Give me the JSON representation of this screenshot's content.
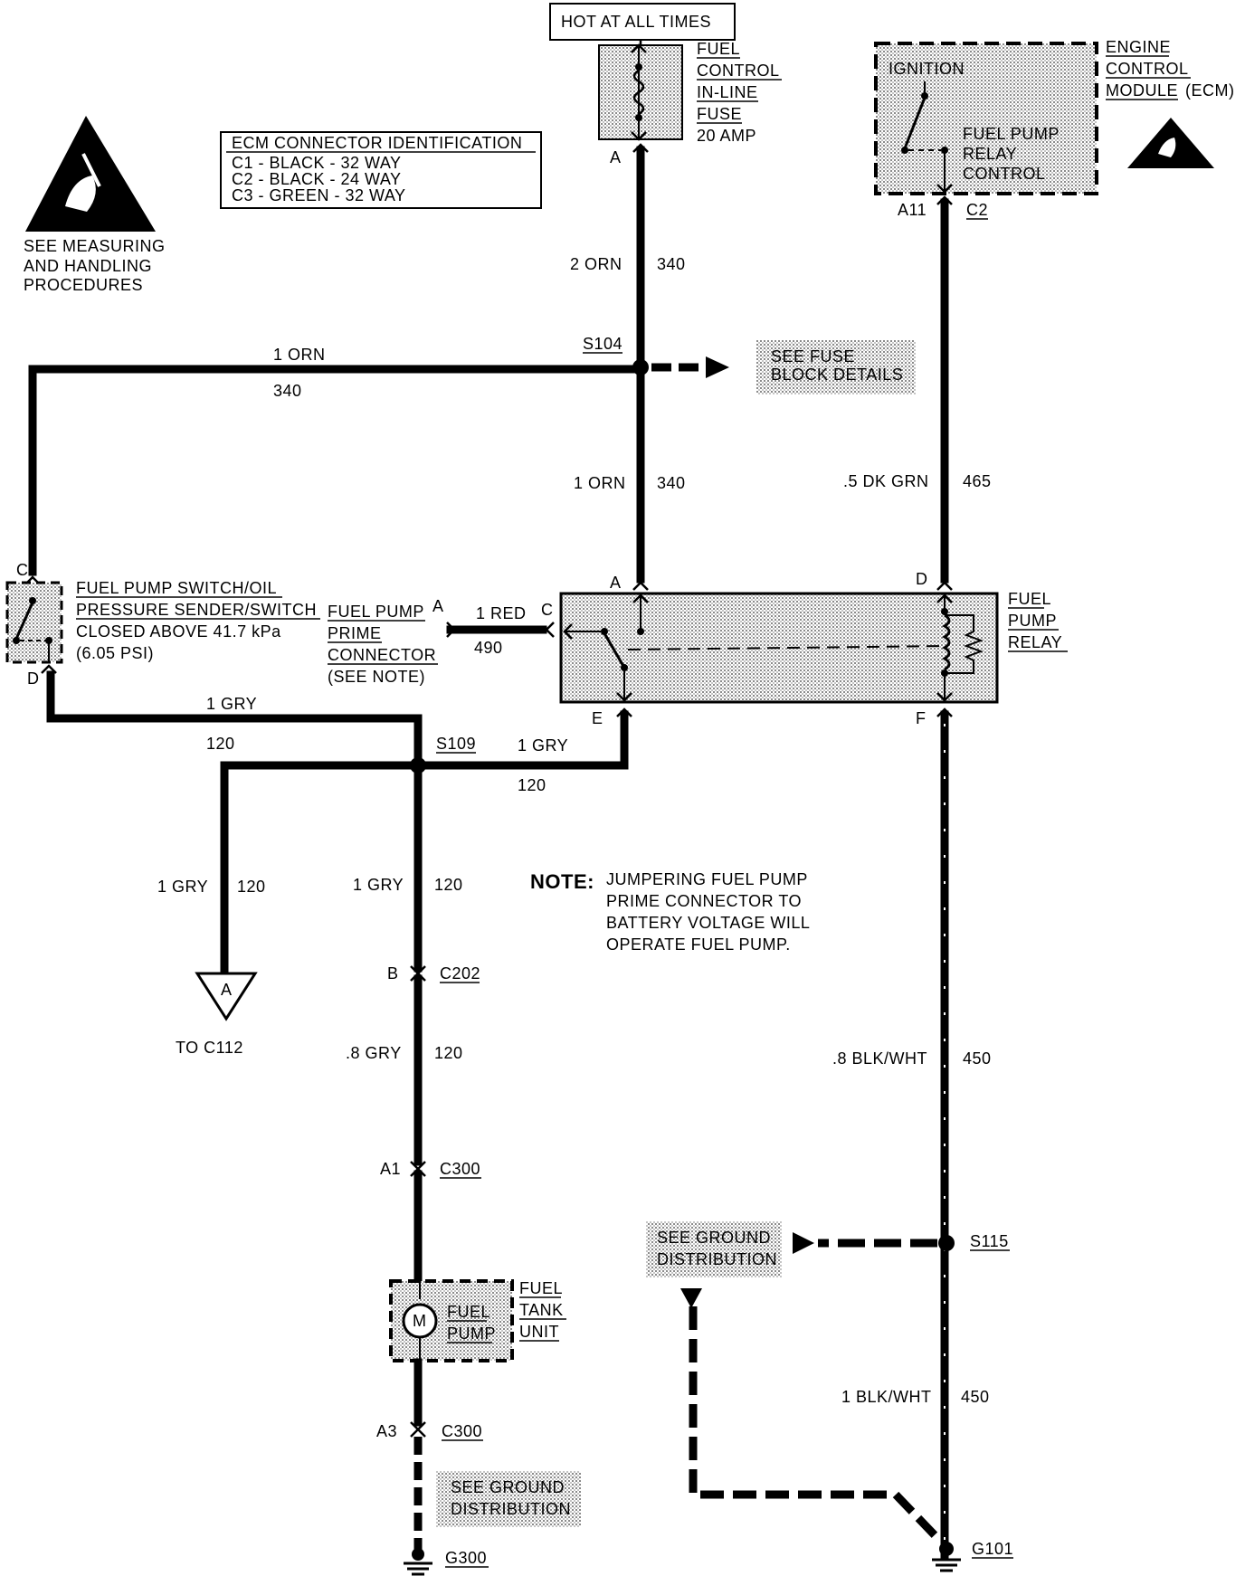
{
  "hot_at_all_times": "HOT AT ALL TIMES",
  "fuse": {
    "lines": [
      "FUEL",
      "CONTROL",
      "IN-LINE",
      "FUSE"
    ],
    "rating": "20 AMP",
    "pin": "A"
  },
  "ecm": {
    "lines": [
      "ENGINE",
      "CONTROL",
      "MODULE"
    ],
    "suffix": "(ECM)",
    "ignition": "IGNITION",
    "relay_control": [
      "FUEL PUMP",
      "RELAY",
      "CONTROL"
    ],
    "pin": "A11",
    "connector": "C2"
  },
  "ecm_connector_id": {
    "title": "ECM CONNECTOR IDENTIFICATION",
    "rows": [
      "C1 - BLACK - 32 WAY",
      "C2 - BLACK - 24 WAY",
      "C3 - GREEN - 32 WAY"
    ]
  },
  "esd_note": [
    "SEE MEASURING",
    "AND HANDLING",
    "PROCEDURES"
  ],
  "wires": {
    "w_fuse_s104": {
      "size": "2 ORN",
      "circuit": "340"
    },
    "w_s104_left": {
      "size": "1 ORN",
      "circuit": "340"
    },
    "w_s104_relay": {
      "size": "1 ORN",
      "circuit": "340"
    },
    "w_ecm_relay": {
      "size": ".5 DK GRN",
      "circuit": "465"
    },
    "w_prime": {
      "size": "1 RED",
      "circuit": "490"
    },
    "w_switch_s109": {
      "size": "1 GRY",
      "circuit": "120"
    },
    "w_relay_s109": {
      "size": "1 GRY",
      "circuit": "120"
    },
    "w_c112": {
      "size": "1 GRY",
      "circuit": "120"
    },
    "w_s109_c202": {
      "size": "1 GRY",
      "circuit": "120"
    },
    "w_c202_c300": {
      "size": ".8 GRY",
      "circuit": "120"
    },
    "w_relay_s115": {
      "size": ".8 BLK/WHT",
      "circuit": "450"
    },
    "w_s115_g101": {
      "size": "1 BLK/WHT",
      "circuit": "450"
    }
  },
  "splices": {
    "s104": "S104",
    "s109": "S109",
    "s115": "S115"
  },
  "see_fuse_block": [
    "SEE FUSE",
    "BLOCK DETAILS"
  ],
  "see_ground_1": [
    "SEE GROUND",
    "DISTRIBUTION"
  ],
  "see_ground_2": [
    "SEE GROUND",
    "DISTRIBUTION"
  ],
  "relay": {
    "lines": [
      "FUEL",
      "PUMP",
      "RELAY"
    ],
    "pin_a": "A",
    "pin_c": "C",
    "pin_d": "D",
    "pin_e": "E",
    "pin_f": "F"
  },
  "oil_switch": {
    "lines": [
      "FUEL PUMP SWITCH/OIL",
      "PRESSURE SENDER/SWITCH",
      "CLOSED ABOVE 41.7 kPa",
      "(6.05 PSI)"
    ],
    "pin_c": "C",
    "pin_d": "D"
  },
  "prime_connector": {
    "lines": [
      "FUEL PUMP",
      "PRIME",
      "CONNECTOR",
      "(SEE NOTE)"
    ],
    "pin": "A"
  },
  "note": {
    "label": "NOTE:",
    "lines": [
      "JUMPERING FUEL PUMP",
      "PRIME CONNECTOR TO",
      "BATTERY VOLTAGE WILL",
      "OPERATE FUEL PUMP."
    ]
  },
  "to_c112": {
    "symbol": "A",
    "text": "TO C112"
  },
  "c202": {
    "pin": "B",
    "name": "C202"
  },
  "c300_top": {
    "pin": "A1",
    "name": "C300"
  },
  "c300_bottom": {
    "pin": "A3",
    "name": "C300"
  },
  "fuel_pump": {
    "motor": "M",
    "lines": [
      "FUEL",
      "PUMP"
    ],
    "unit": [
      "FUEL",
      "TANK",
      "UNIT"
    ]
  },
  "g300": "G300",
  "g101": "G101"
}
